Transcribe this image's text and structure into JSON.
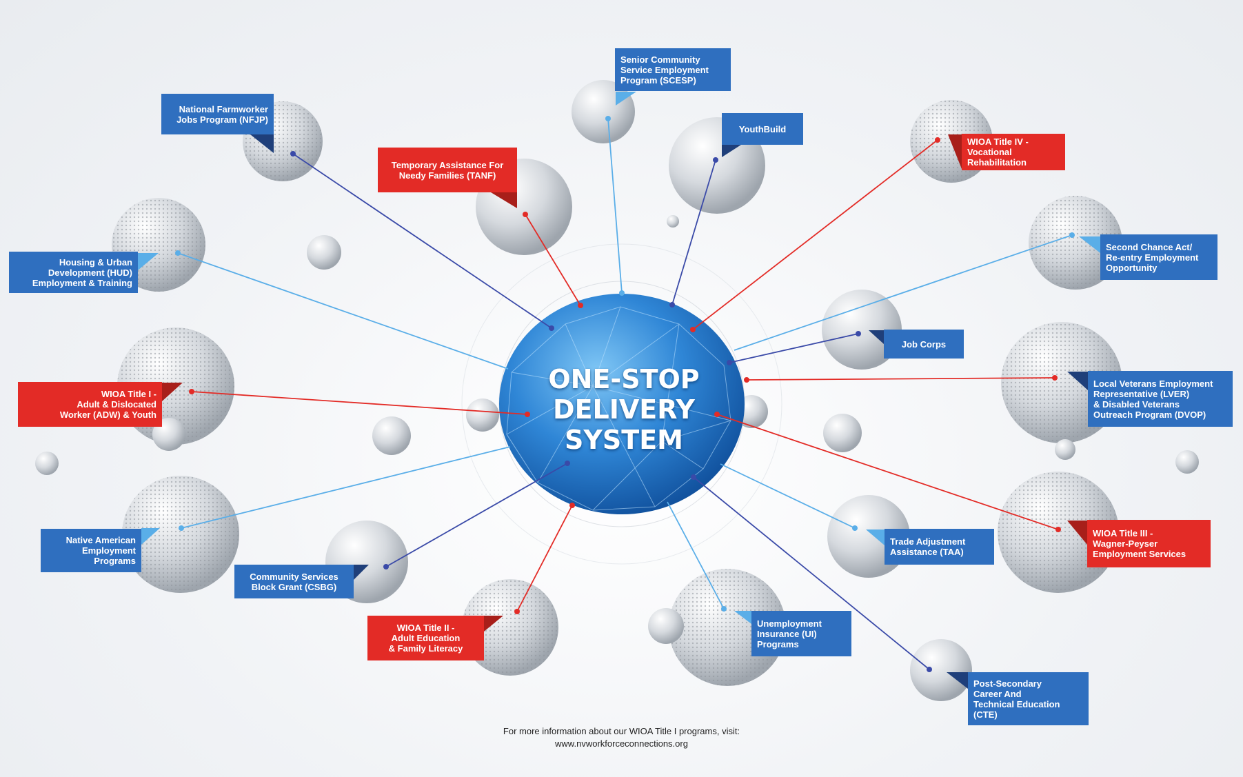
{
  "center": {
    "title": "ONE-STOP\nDELIVERY\nSYSTEM"
  },
  "nodes": {
    "scesp": "Senior Community\nService Employment\nProgram (SCESP)",
    "nfjp": "National Farmworker\nJobs Program (NFJP)",
    "youthbuild": "YouthBuild",
    "tanf": "Temporary Assistance For\nNeedy Families (TANF)",
    "wioa_iv": "WIOA Title IV -\nVocational\nRehabilitation",
    "hud": "Housing & Urban\nDevelopment (HUD)\nEmployment & Training",
    "second_chance": "Second Chance Act/\nRe-entry Employment\nOpportunity",
    "job_corps": "Job Corps",
    "wioa_i": "WIOA Title I -\nAdult & Dislocated\nWorker (ADW) & Youth",
    "lver": "Local Veterans Employment\nRepresentative (LVER)\n& Disabled Veterans\nOutreach Program (DVOP)",
    "native": "Native American\nEmployment\nPrograms",
    "csbg": "Community Services\nBlock Grant (CSBG)",
    "taa": "Trade Adjustment\nAssistance (TAA)",
    "wioa_iii": "WIOA Title III -\nWagner-Peyser\nEmployment Services",
    "wioa_ii": "WIOA Title II -\nAdult Education\n& Family Literacy",
    "ui": "Unemployment\nInsurance (UI)\nPrograms",
    "cte": "Post-Secondary\nCareer And\nTechnical Education\n(CTE)"
  },
  "footer": {
    "line1": "For more information about our WIOA Title I programs, visit:",
    "line2": "www.nvworkforceconnections.org"
  },
  "colors": {
    "blue": "#2f6fbf",
    "red": "#e32b26",
    "light_blue": "#5aaee8",
    "navy": "#3a4aa8"
  }
}
